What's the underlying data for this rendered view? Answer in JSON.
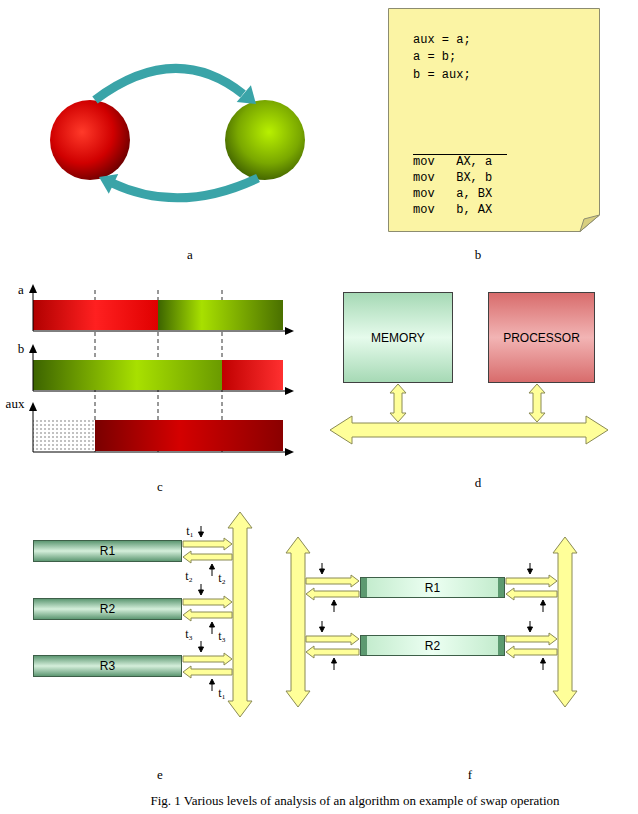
{
  "diagram": {
    "caption": "Fig. 1 Various levels of analysis of an algorithm on example of swap operation",
    "nodes": [
      {
        "text": [
          "aux = a;",
          "a = b;",
          "b = aux;",
          "mov   AX, a",
          "mov   BX, b",
          "mov   a, BX",
          "mov   b, AX"
        ]
      },
      {
        "text": [
          "MEMORY"
        ]
      },
      {
        "text": [
          "PROCESSOR"
        ]
      },
      {
        "text": [
          "R1"
        ]
      },
      {
        "text": [
          "R2"
        ]
      },
      {
        "text": [
          "R3"
        ]
      },
      {
        "text": [
          "R1"
        ]
      },
      {
        "text": [
          "R2"
        ]
      }
    ],
    "labels": [
      "a",
      "b",
      "a",
      "b",
      "aux",
      "c",
      "d",
      "t₁",
      "t₂",
      "t₂",
      "t₃",
      "t₃",
      "t₁",
      "e",
      "f"
    ]
  }
}
